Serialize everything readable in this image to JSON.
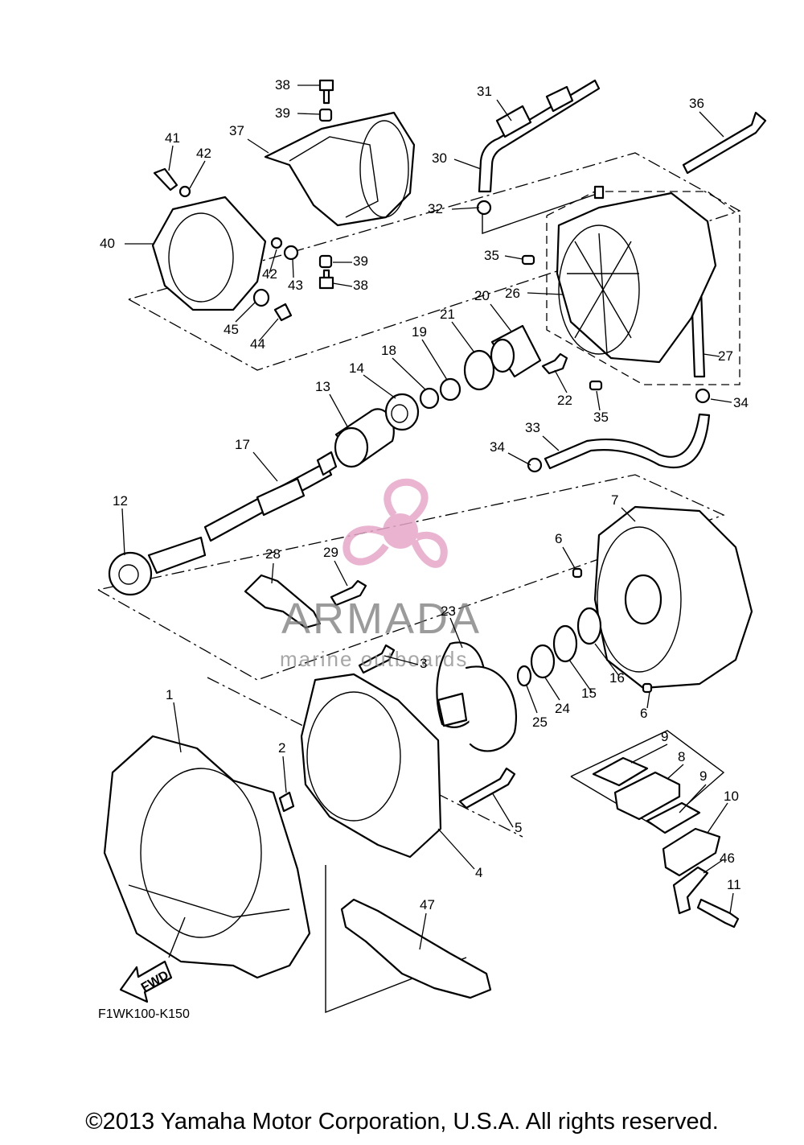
{
  "diagram_code": "F1WK100-K150",
  "fwd_label": "FWD",
  "copyright": "©2013 Yamaha Motor Corporation, U.S.A. All rights reserved.",
  "watermark": {
    "brand": "ARMADA",
    "tagline": "marine outboards",
    "color": "#e7a8c9"
  },
  "callouts": [
    "1",
    "2",
    "3",
    "4",
    "5",
    "6",
    "6",
    "7",
    "8",
    "9",
    "9",
    "10",
    "11",
    "12",
    "13",
    "14",
    "15",
    "16",
    "17",
    "18",
    "19",
    "20",
    "21",
    "22",
    "23",
    "24",
    "25",
    "26",
    "27",
    "28",
    "29",
    "30",
    "31",
    "32",
    "33",
    "34",
    "34",
    "35",
    "35",
    "36",
    "37",
    "38",
    "38",
    "39",
    "39",
    "40",
    "41",
    "42",
    "42",
    "43",
    "44",
    "45",
    "46",
    "47"
  ]
}
